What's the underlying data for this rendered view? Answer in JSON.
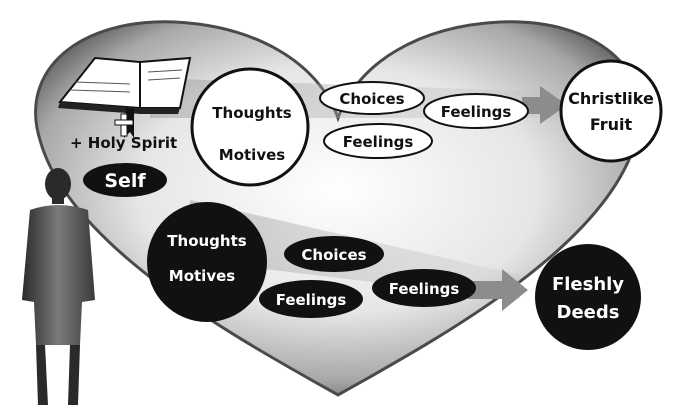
{
  "spirit_path": {
    "label": "+ Holy Spirit",
    "thoughts": "Thoughts",
    "motives": "Motives",
    "choices": "Choices",
    "feelings_inner": "Feelings",
    "feelings_outer": "Feelings",
    "outcome_line1": "Christlike",
    "outcome_line2": "Fruit"
  },
  "self_path": {
    "label": "Self",
    "thoughts": "Thoughts",
    "motives": "Motives",
    "choices": "Choices",
    "feelings_inner": "Feelings",
    "feelings_outer": "Feelings",
    "outcome_line1": "Fleshly",
    "outcome_line2": "Deeds"
  },
  "colors": {
    "dark": "#1a1a1a",
    "light": "#ffffff",
    "arrow": "#8c8c8c",
    "heart_inner": "#eeeeee",
    "heart_outer": "#6a6a6a"
  }
}
